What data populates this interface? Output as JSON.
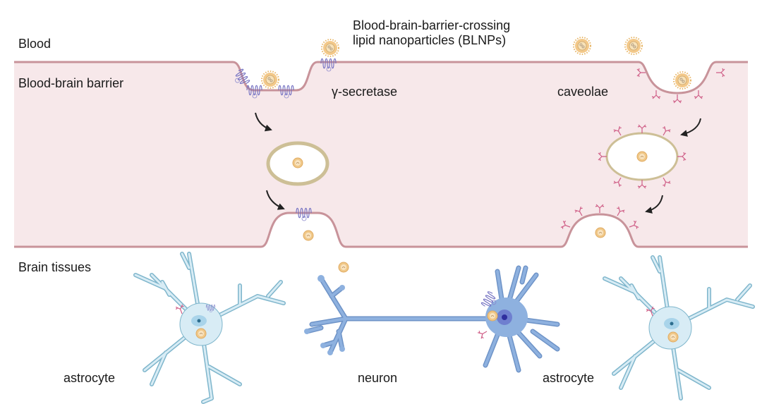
{
  "regions": {
    "blood": "Blood",
    "barrier": "Blood-brain barrier",
    "brain": "Brain tissues"
  },
  "particles_label": "Blood-brain-barrier-crossing\nlipid nanoparticles (BLNPs)",
  "pathways": {
    "left": "γ-secretase",
    "right": "caveolae"
  },
  "cells": {
    "left": "astrocyte",
    "center": "neuron",
    "right": "astrocyte"
  },
  "icons": [
    "nanoparticle-icon",
    "gamma-secretase-protein-icon",
    "caveolin-protein-icon",
    "vesicle-icon",
    "astrocyte-icon",
    "neuron-icon",
    "transport-arrow-icon"
  ],
  "colors": {
    "barrier_fill": "#f7e8ea",
    "barrier_edge": "#c8939a",
    "secretase": "#7b79c4",
    "caveolin": "#cf5d86",
    "vesicle_wall": "#cdbf96",
    "nanoparticle": "#f0c078",
    "astrocyte": "#d8ecf5",
    "astrocyte_edge": "#7fb6cc",
    "neuron": "#8eb1df",
    "neuron_edge": "#6e93c7",
    "arrow": "#222222"
  }
}
